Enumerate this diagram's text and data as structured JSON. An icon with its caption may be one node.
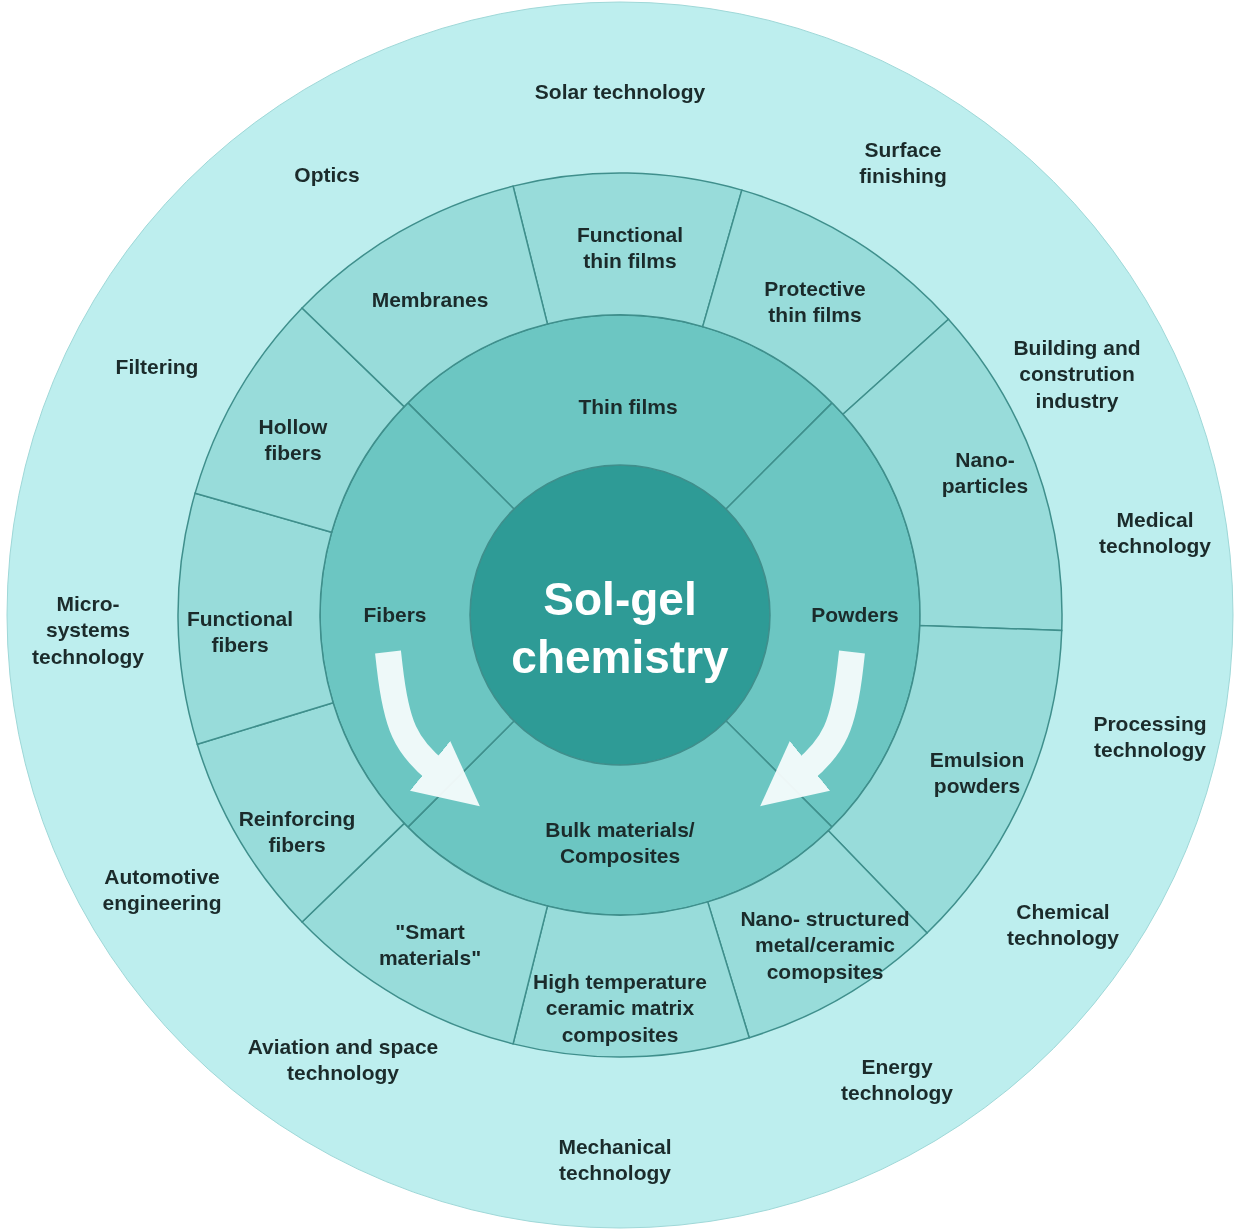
{
  "diagram": {
    "nodes": [
      {
        "text": [
          "Sol-gel chemistry"
        ]
      },
      {
        "text": [
          "Thin films"
        ]
      },
      {
        "text": [
          "Powders"
        ]
      },
      {
        "text": [
          "Bulk materials/ Composites"
        ]
      },
      {
        "text": [
          "Fibers"
        ]
      },
      {
        "text": [
          "Functional thin films"
        ]
      },
      {
        "text": [
          "Protective thin films"
        ]
      },
      {
        "text": [
          "Nano- particles"
        ]
      },
      {
        "text": [
          "Emulsion powders"
        ]
      },
      {
        "text": [
          "Nano- structured metal/ceramic comopsites"
        ]
      },
      {
        "text": [
          "High temperature ceramic matrix composites"
        ]
      },
      {
        "text": [
          "\"Smart materials\""
        ]
      },
      {
        "text": [
          "Reinforcing fibers"
        ]
      },
      {
        "text": [
          "Functional fibers"
        ]
      },
      {
        "text": [
          "Hollow fibers"
        ]
      },
      {
        "text": [
          "Membranes"
        ]
      }
    ],
    "edges": [
      {
        "from": 4,
        "to": 3,
        "arrow": "to"
      },
      {
        "from": 2,
        "to": 3,
        "arrow": "to"
      }
    ],
    "labels": [
      "Solar technology",
      "Optics",
      "Surface finishing",
      "Filtering",
      "Building and constrution industry",
      "Medical technology",
      "Micro- systems technology",
      "Processing technology",
      "Automotive engineering",
      "Chemical technology",
      "Aviation and space technology",
      "Energy technology",
      "Mechanical technology"
    ]
  }
}
